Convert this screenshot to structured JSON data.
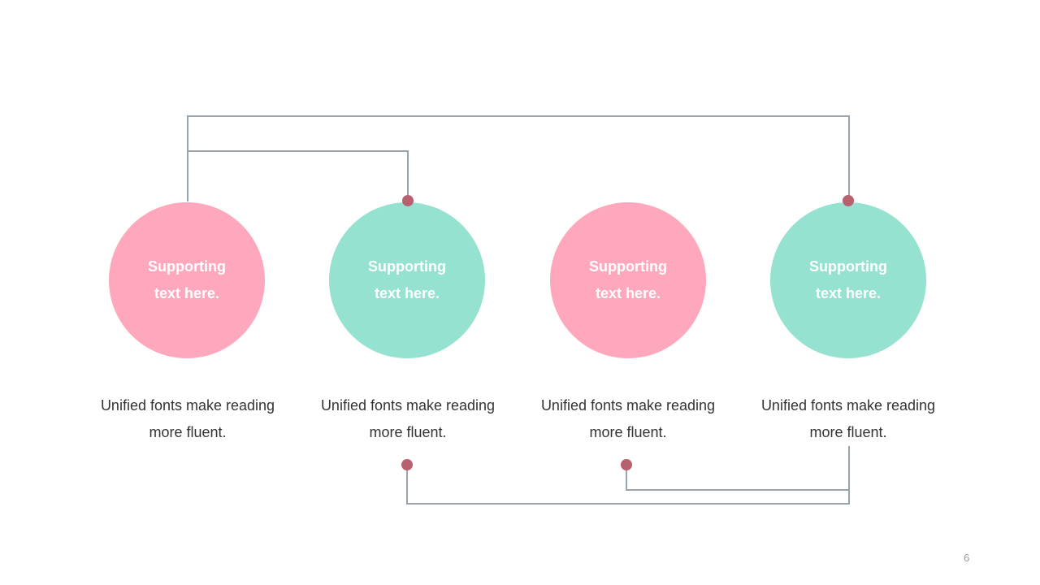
{
  "colors": {
    "pink": "#ffa8bd",
    "mint": "#94e2cf",
    "line": "#98a3ac",
    "dot": "#b9606f"
  },
  "items": [
    {
      "circle_text": "Supporting text here.",
      "caption": "Unified fonts make reading more fluent.",
      "color": "pink"
    },
    {
      "circle_text": "Supporting text here.",
      "caption": "Unified fonts make reading more fluent.",
      "color": "mint"
    },
    {
      "circle_text": "Supporting text here.",
      "caption": "Unified fonts make reading more fluent.",
      "color": "pink"
    },
    {
      "circle_text": "Supporting text here.",
      "caption": "Unified fonts make reading more fluent.",
      "color": "mint"
    }
  ],
  "page_number": "6"
}
